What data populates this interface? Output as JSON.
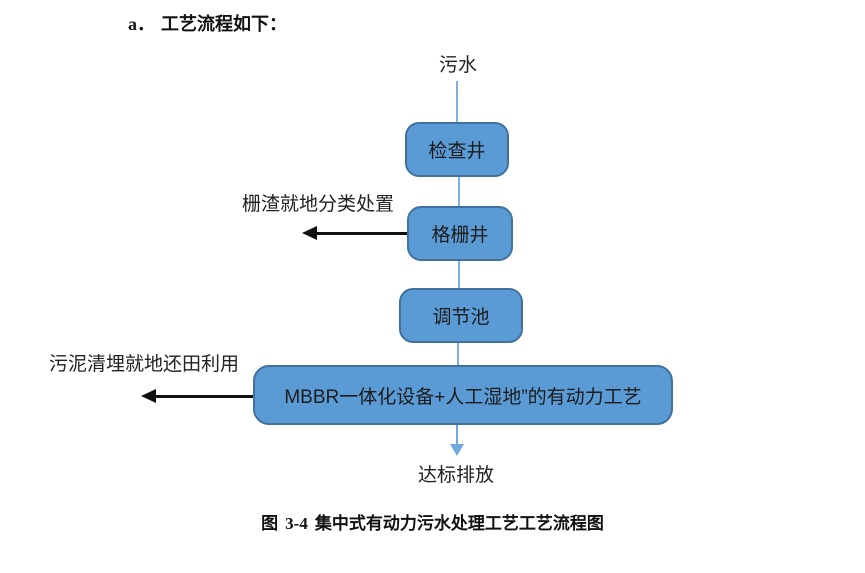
{
  "heading": {
    "marker": "a．",
    "text": "工艺流程如下："
  },
  "flowchart": {
    "source_label": "污水",
    "nodes": [
      {
        "label": "检查井"
      },
      {
        "label": "格栅井"
      },
      {
        "label": "调节池"
      },
      {
        "label": "MBBR一体化设备+人工湿地”的有动力工艺"
      }
    ],
    "branches": [
      {
        "label": "栅渣就地分类处置",
        "from": "格栅井",
        "direction": "left"
      },
      {
        "label": "污泥清埋就地还田利用",
        "from": "MBBR一体化设备+人工湿地”的有动力工艺",
        "direction": "left"
      }
    ],
    "sink_label": "达标排放",
    "colors": {
      "node_fill": "#5B9BD5",
      "node_border": "#41719C",
      "connector": "#7EB1E0",
      "down_arrow": "#6FA8DC",
      "branch_arrow": "#111111"
    }
  },
  "caption": {
    "figure_word": "图",
    "figure_number": "3-4",
    "title": "集中式有动力污水处理工艺工艺流程图"
  }
}
